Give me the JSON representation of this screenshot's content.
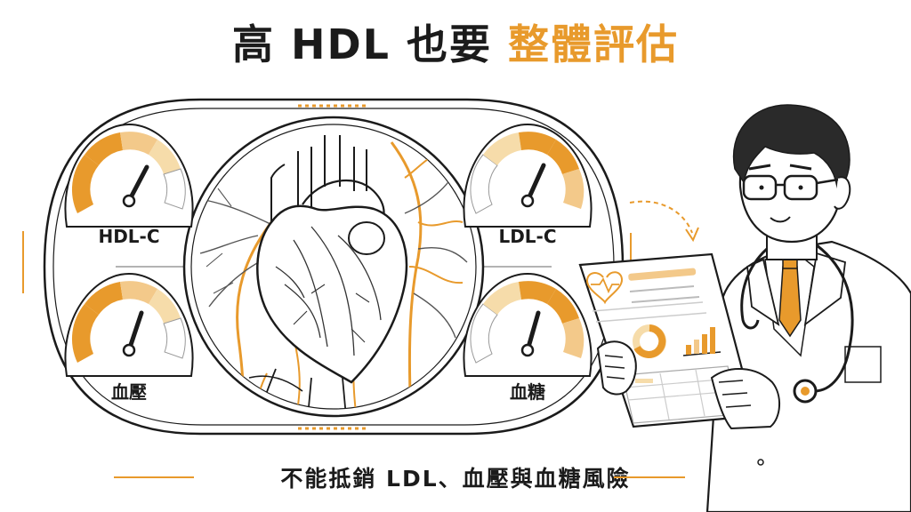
{
  "title": {
    "main": "高 HDL 也要",
    "accent": "整體評估"
  },
  "gauges": {
    "hdl": "HDL-C",
    "ldl": "LDL-C",
    "bp": "血壓",
    "glucose": "血糖"
  },
  "subtitle": "不能抵銷 LDL、血壓與血糖風險",
  "colors": {
    "accent": "#e89a2c",
    "accent_light": "#f6dcaa",
    "ink": "#1b1b1b"
  },
  "icons": [
    "heart-illustration",
    "gauge-icon",
    "doctor-illustration",
    "report-document",
    "heartbeat-icon",
    "donut-chart-icon",
    "bar-chart-icon",
    "dashed-arrow-icon"
  ]
}
